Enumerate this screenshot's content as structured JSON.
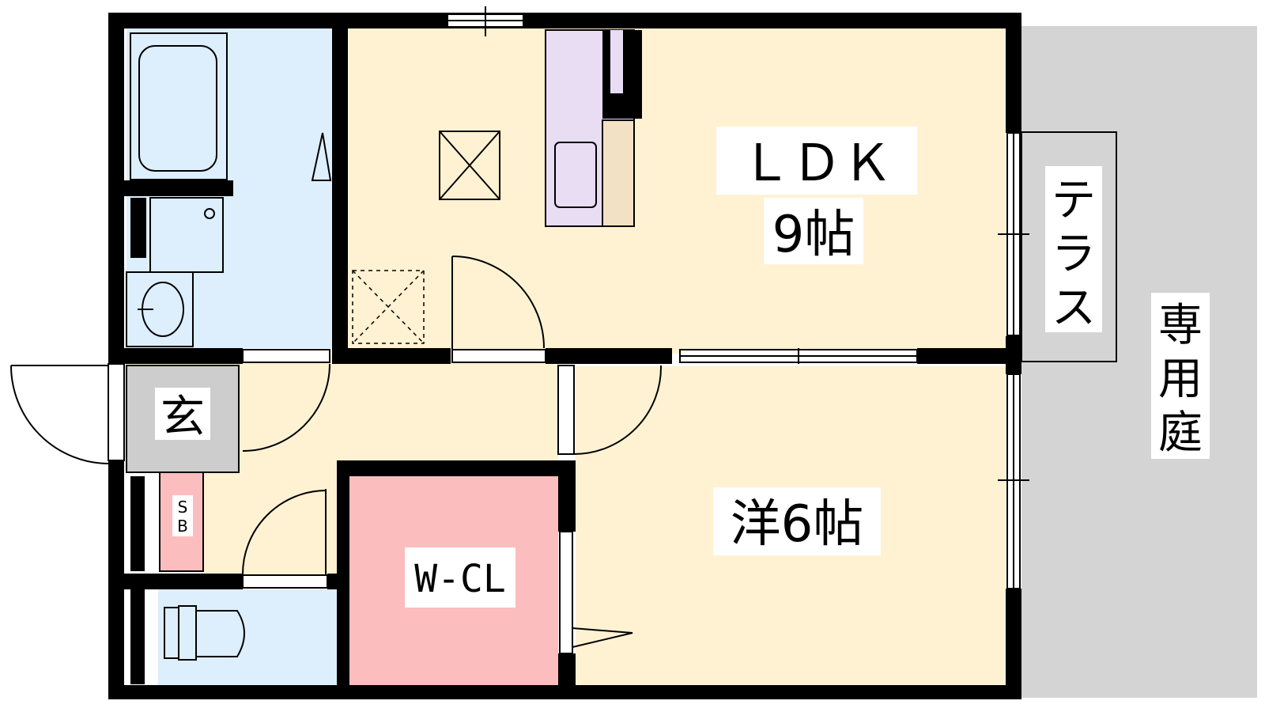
{
  "rooms": {
    "ldk_name": "ＬＤＫ",
    "ldk_size": "9帖",
    "western_room": "洋6帖",
    "walk_in_closet": "W-CL",
    "entrance": "玄",
    "shoe_box_top": "S",
    "shoe_box_bottom": "B",
    "terrace": [
      "テ",
      "ラ",
      "ス"
    ],
    "private_garden": [
      "専",
      "用",
      "庭"
    ]
  },
  "colors": {
    "ldk_floor": "#FFF2D3",
    "wet_area": "#DDEEFC",
    "closet": "#FBBDBE",
    "kitchen": "#E9DDF4",
    "counter": "#F3E1C5",
    "entrance": "#CDCDCD",
    "garden": "#D4D4D4",
    "wall": "#000000"
  }
}
